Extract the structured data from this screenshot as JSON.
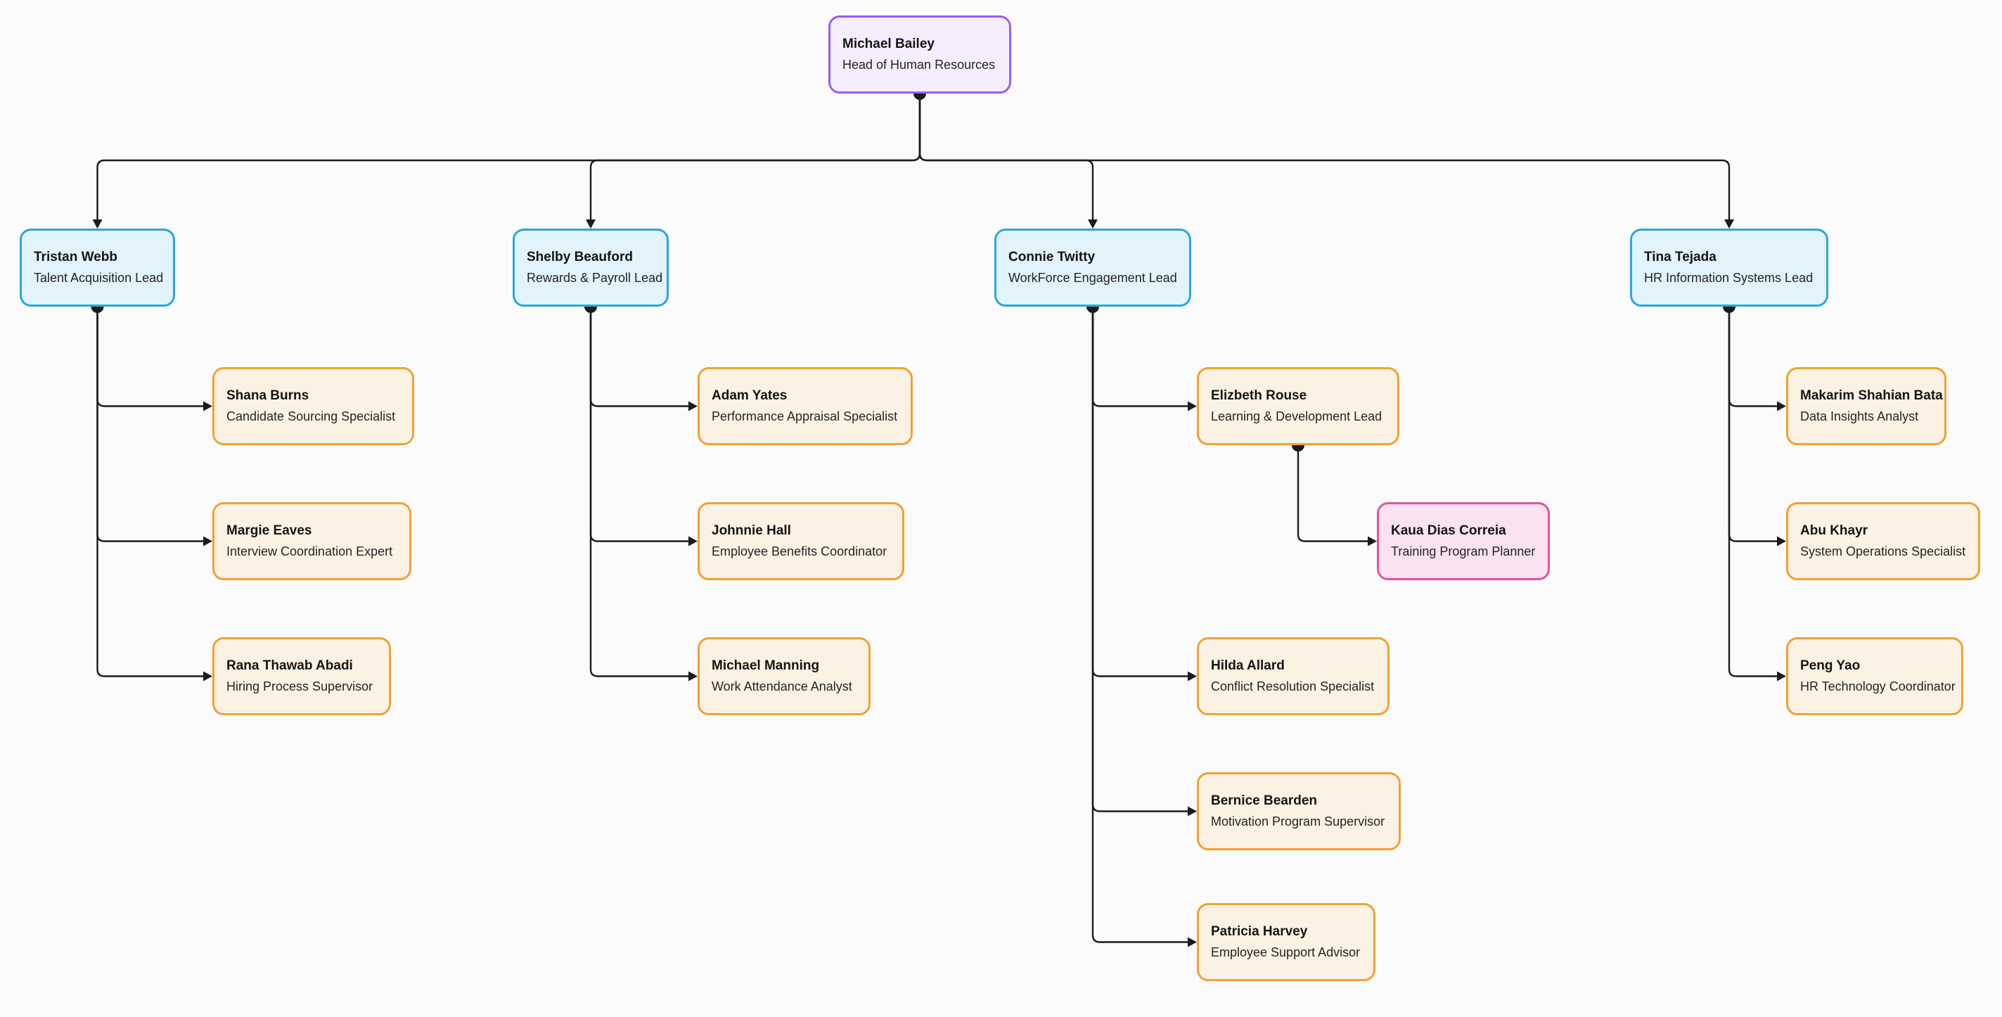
{
  "diagram": {
    "kind": "organizational-chart",
    "department": "Human Resources",
    "background": "#fbfbfb",
    "edge_color": "#1b1b1b"
  },
  "palette": {
    "root": {
      "border": "#9361f2",
      "fill": "#f5eefe"
    },
    "lead": {
      "border": "#2ba6de",
      "fill": "#e2f3fb"
    },
    "member": {
      "border": "#f0a135",
      "fill": "#fcf2e3"
    },
    "sub": {
      "border": "#e8519e",
      "fill": "#fae2f1"
    }
  },
  "nodes": [
    {
      "id": "root",
      "name": "Michael Bailey",
      "title": "Head of Human Resources",
      "variant": "root",
      "reports_to": null
    },
    {
      "id": "talent",
      "name": "Tristan Webb",
      "title": "Talent Acquisition Lead",
      "variant": "lead",
      "reports_to": "root"
    },
    {
      "id": "rewards",
      "name": "Shelby Beauford",
      "title": "Rewards & Payroll Lead",
      "variant": "lead",
      "reports_to": "root"
    },
    {
      "id": "engage",
      "name": "Connie Twitty",
      "title": "WorkForce Engagement Lead",
      "variant": "lead",
      "reports_to": "root"
    },
    {
      "id": "hris",
      "name": "Tina Tejada",
      "title": "HR Information Systems Lead",
      "variant": "lead",
      "reports_to": "root"
    },
    {
      "id": "shana",
      "name": "Shana Burns",
      "title": "Candidate Sourcing Specialist",
      "variant": "member",
      "reports_to": "talent"
    },
    {
      "id": "margie",
      "name": "Margie Eaves",
      "title": "Interview Coordination Expert",
      "variant": "member",
      "reports_to": "talent"
    },
    {
      "id": "rana",
      "name": "Rana Thawab Abadi",
      "title": "Hiring Process Supervisor",
      "variant": "member",
      "reports_to": "talent"
    },
    {
      "id": "adam",
      "name": "Adam Yates",
      "title": "Performance Appraisal Specialist",
      "variant": "member",
      "reports_to": "rewards"
    },
    {
      "id": "johnnie",
      "name": "Johnnie Hall",
      "title": "Employee Benefits Coordinator",
      "variant": "member",
      "reports_to": "rewards"
    },
    {
      "id": "manning",
      "name": "Michael Manning",
      "title": "Work Attendance Analyst",
      "variant": "member",
      "reports_to": "rewards"
    },
    {
      "id": "elizbeth",
      "name": "Elizbeth Rouse",
      "title": "Learning & Development Lead",
      "variant": "member",
      "reports_to": "engage"
    },
    {
      "id": "kaua",
      "name": "Kaua Dias Correia",
      "title": "Training Program Planner",
      "variant": "sub",
      "reports_to": "elizbeth"
    },
    {
      "id": "hilda",
      "name": "Hilda Allard",
      "title": "Conflict Resolution Specialist",
      "variant": "member",
      "reports_to": "engage"
    },
    {
      "id": "bernice",
      "name": "Bernice Bearden",
      "title": "Motivation Program Supervisor",
      "variant": "member",
      "reports_to": "engage"
    },
    {
      "id": "patricia",
      "name": "Patricia Harvey",
      "title": "Employee Support Advisor",
      "variant": "member",
      "reports_to": "engage"
    },
    {
      "id": "makarim",
      "name": "Makarim Shahian Bata",
      "title": "Data Insights Analyst",
      "variant": "member",
      "reports_to": "hris"
    },
    {
      "id": "abu",
      "name": "Abu Khayr",
      "title": "System Operations Specialist",
      "variant": "member",
      "reports_to": "hris"
    },
    {
      "id": "peng",
      "name": "Peng Yao",
      "title": "HR Technology Coordinator",
      "variant": "member",
      "reports_to": "hris"
    }
  ]
}
